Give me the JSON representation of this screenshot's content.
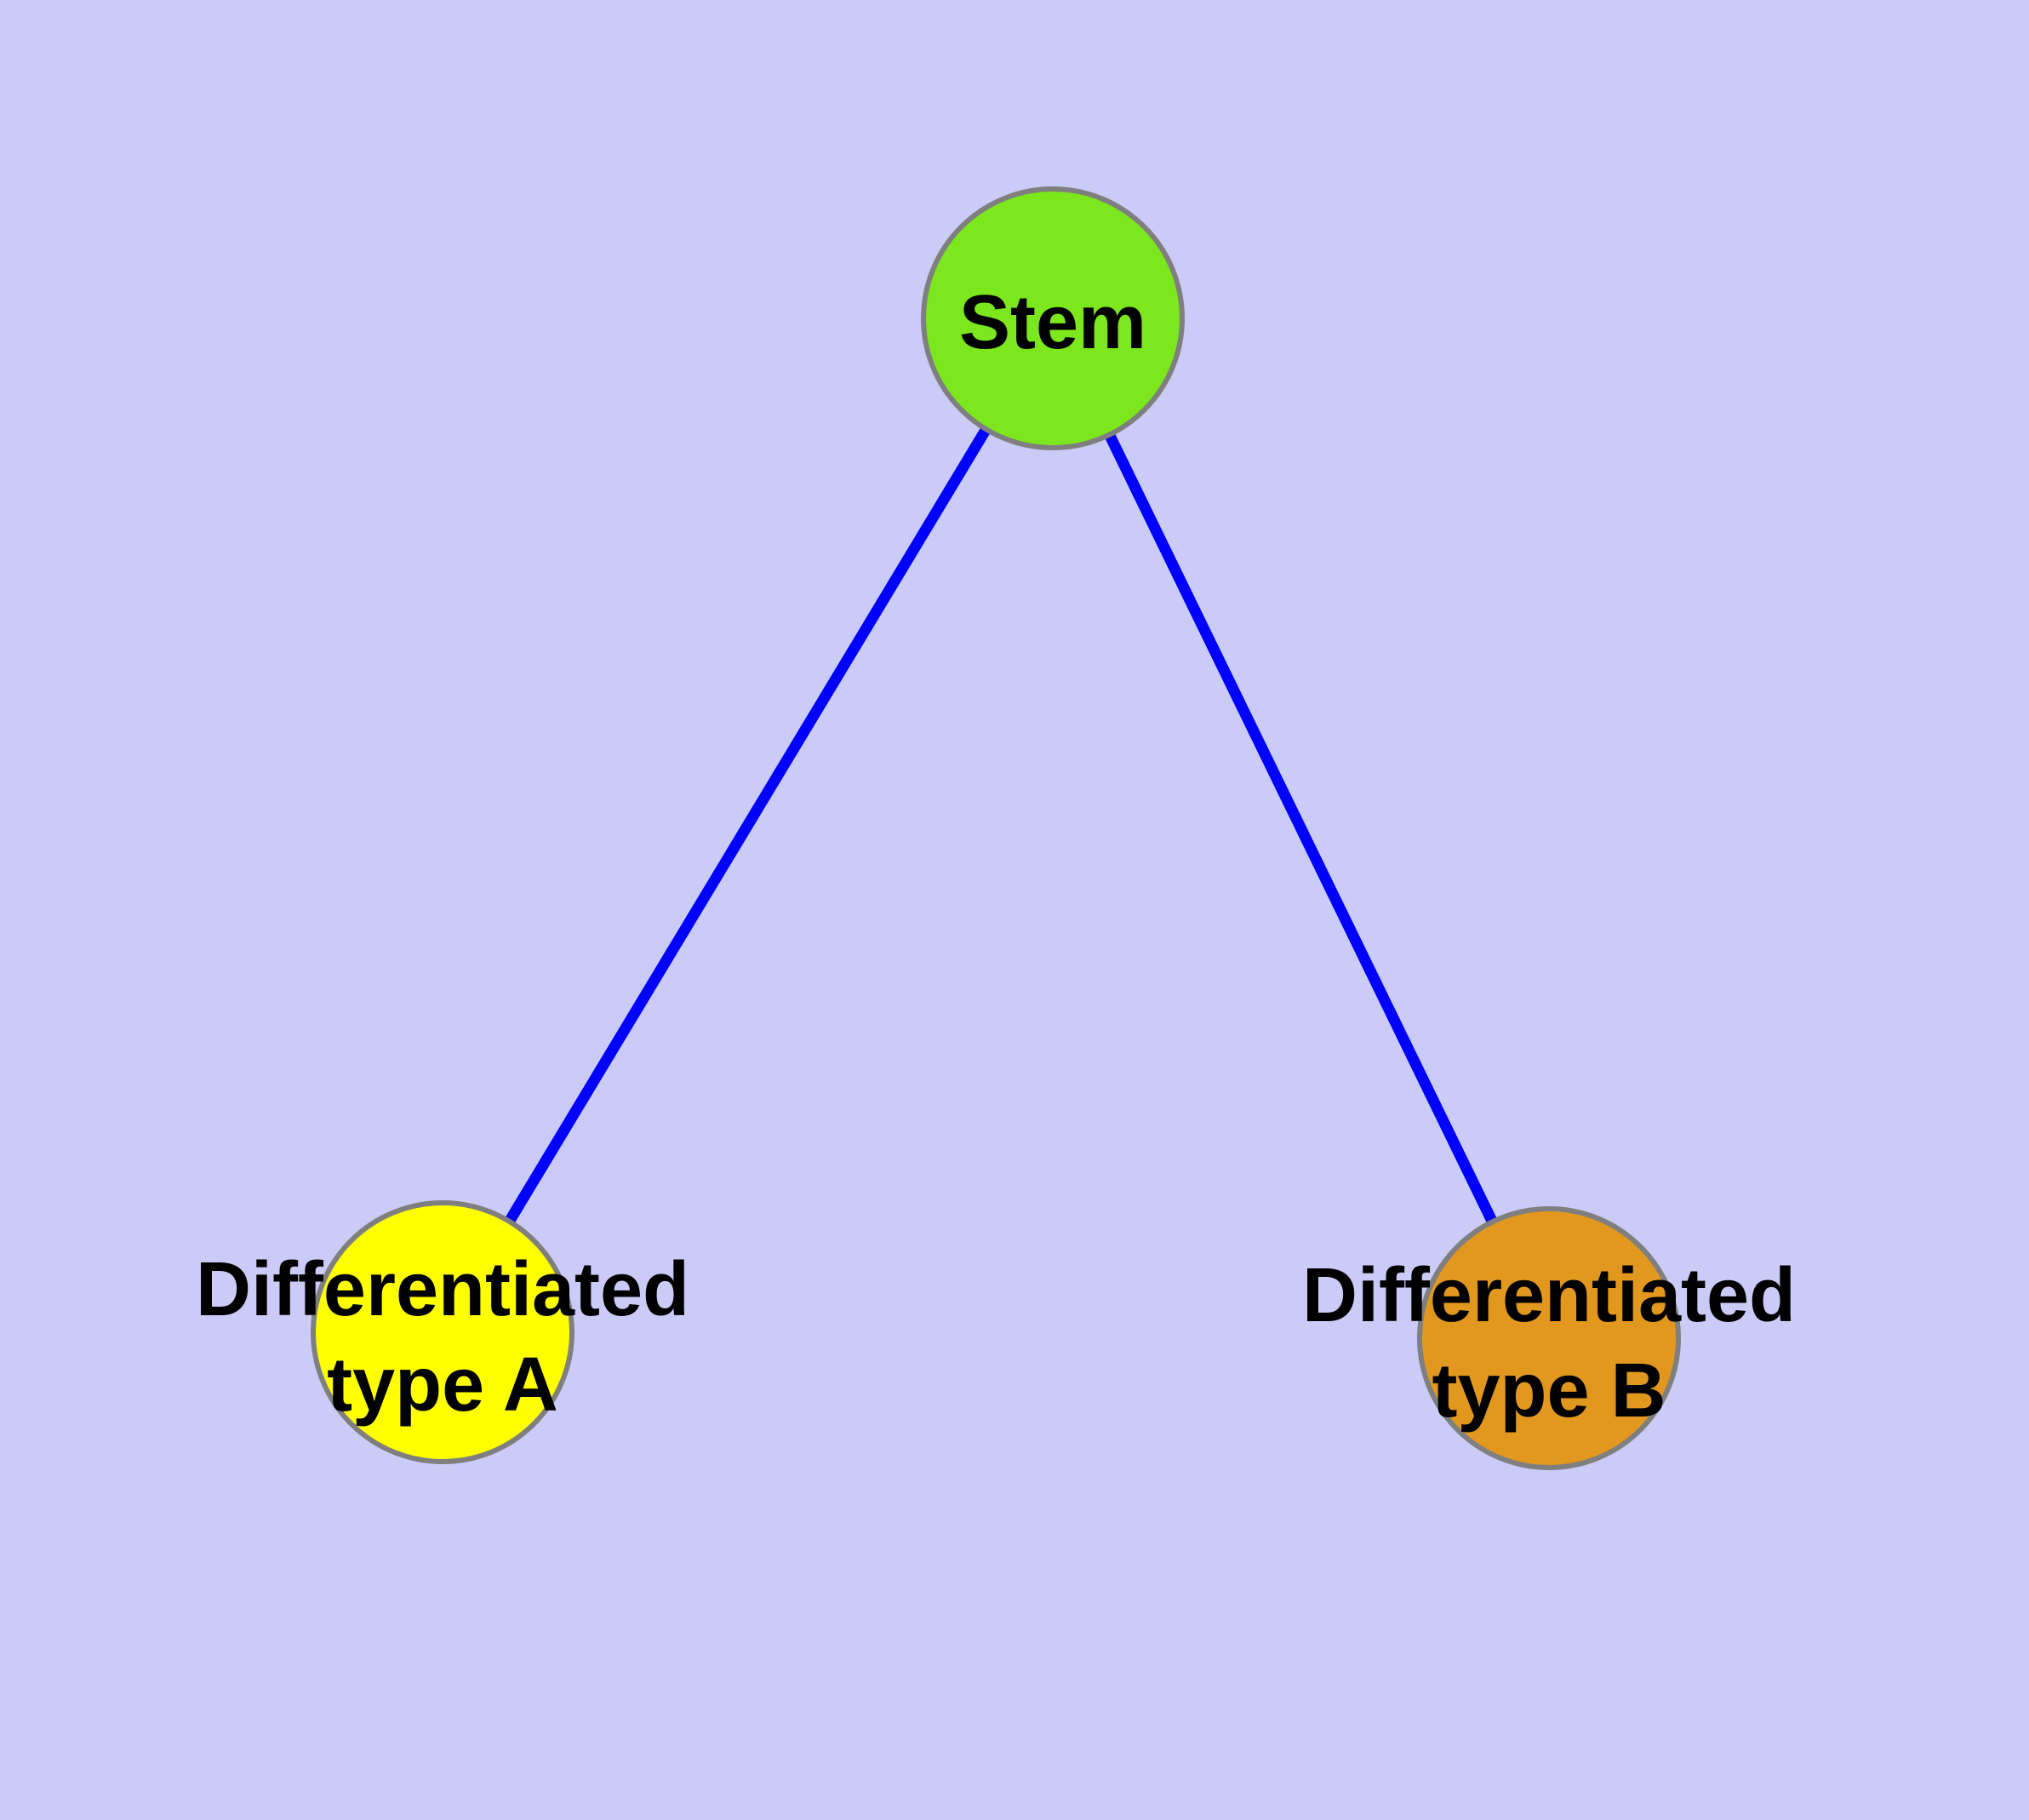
{
  "diagram": {
    "background_color": "#CBCBF8",
    "edge_color": "#0000FF",
    "node_stroke_color": "#7F7F7F",
    "label_color": "#000000",
    "nodes": [
      {
        "id": "stem",
        "label": "Stem",
        "lines": [
          "Stem"
        ],
        "fill": "#7CE71C"
      },
      {
        "id": "differentiated-type-a",
        "label": "Differentiated type A",
        "lines": [
          "Differentiated",
          "type A"
        ],
        "fill": "#FFFF00"
      },
      {
        "id": "differentiated-type-b",
        "label": "Differentiated type B",
        "lines": [
          "Differentiated",
          "type B"
        ],
        "fill": "#E2981E"
      }
    ],
    "edges": [
      {
        "from": "stem",
        "to": "differentiated-type-a"
      },
      {
        "from": "stem",
        "to": "differentiated-type-b"
      }
    ]
  }
}
